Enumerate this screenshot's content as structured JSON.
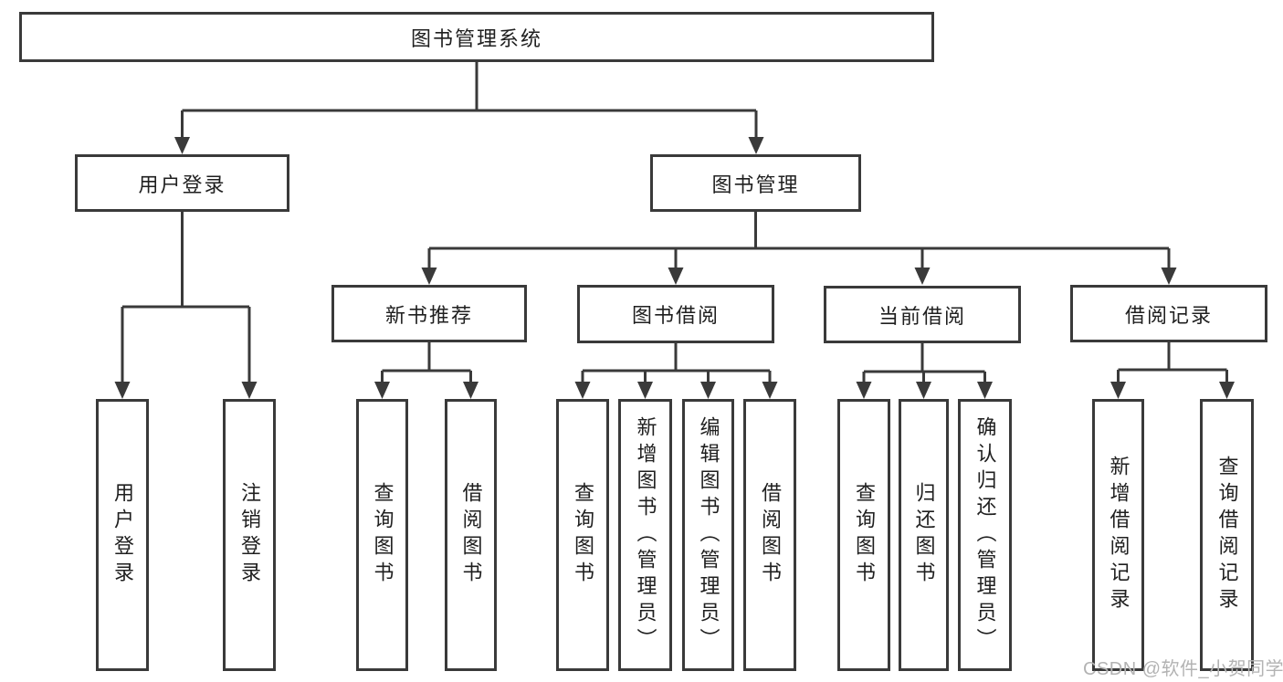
{
  "page": {
    "background": "#ffffff"
  },
  "colors": {
    "box_border": "#3a3a3a",
    "connector_line": "#3a3a3a",
    "text": "#1f1f1f",
    "watermark": "#b3b3b3"
  },
  "watermark": {
    "text": "CSDN @软件_小贺同学"
  },
  "tree": {
    "label": "图书管理系统",
    "children": [
      {
        "label": "用户登录",
        "children": [
          {
            "label": "用户登录"
          },
          {
            "label": "注销登录"
          }
        ]
      },
      {
        "label": "图书管理",
        "children": [
          {
            "label": "新书推荐",
            "children": [
              {
                "label": "查询图书"
              },
              {
                "label": "借阅图书"
              }
            ]
          },
          {
            "label": "图书借阅",
            "children": [
              {
                "label": "查询图书"
              },
              {
                "label": "新增图书（管理员）"
              },
              {
                "label": "编辑图书（管理员）"
              },
              {
                "label": "借阅图书"
              }
            ]
          },
          {
            "label": "当前借阅",
            "children": [
              {
                "label": "查询图书"
              },
              {
                "label": "归还图书"
              },
              {
                "label": "确认归还（管理员）"
              }
            ]
          },
          {
            "label": "借阅记录",
            "children": [
              {
                "label": "新增借阅记录"
              },
              {
                "label": "查询借阅记录"
              }
            ]
          }
        ]
      }
    ]
  }
}
